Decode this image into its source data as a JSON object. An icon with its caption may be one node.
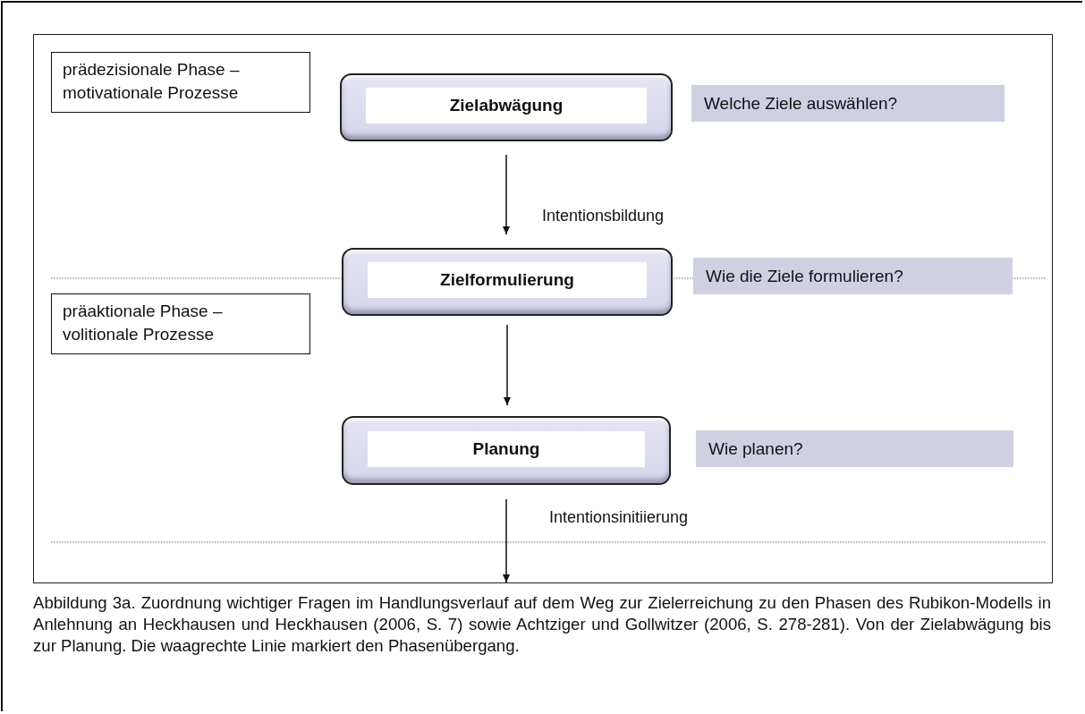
{
  "diagram": {
    "caption": "Abbildung 3a. Zuordnung wichtiger Fragen im Handlungsverlauf auf dem Weg zur Zielerreichung zu den Phasen des Rubikon-Modells in Anlehnung an Heckhausen und Heckhausen (2006, S. 7) sowie Achtziger und Gollwitzer (2006, S. 278-281). Von der Zielabwägung bis zur Planung. Die waagrechte Linie markiert den Phasenübergang.",
    "nodes": [
      {
        "text": [
          "prädezisionale Phase – motivationale Prozesse"
        ]
      },
      {
        "text": [
          "Zielabwägung"
        ]
      },
      {
        "text": [
          "Welche Ziele auswählen?"
        ]
      },
      {
        "text": [
          "Zielformulierung"
        ]
      },
      {
        "text": [
          "Wie die Ziele formulieren?"
        ]
      },
      {
        "text": [
          "präaktionale Phase – volitionale Prozesse"
        ]
      },
      {
        "text": [
          "Planung"
        ]
      },
      {
        "text": [
          "Wie planen?"
        ]
      }
    ],
    "edges": [
      {
        "from": 1,
        "to": 3,
        "arrow": "to",
        "label": "Intentionsbildung"
      },
      {
        "from": 3,
        "to": 6,
        "arrow": "to"
      },
      {
        "from": 6,
        "to": null,
        "arrow": "to",
        "label": "Intentionsinitiierung"
      }
    ]
  }
}
